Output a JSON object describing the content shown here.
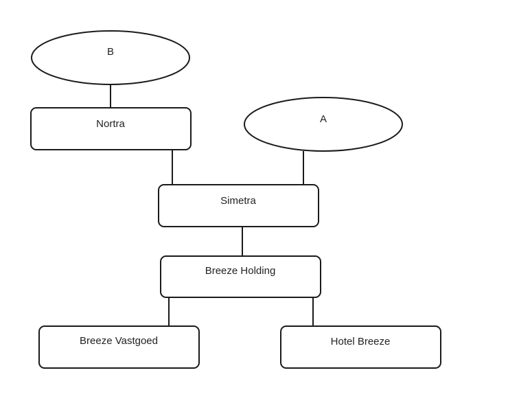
{
  "diagram": {
    "nodes": {
      "b": {
        "label": "B",
        "shape": "ellipse"
      },
      "a": {
        "label": "A",
        "shape": "ellipse"
      },
      "nortra": {
        "label": "Nortra",
        "shape": "rounded-rect"
      },
      "simetra": {
        "label": "Simetra",
        "shape": "rounded-rect"
      },
      "breeze_holding": {
        "label": "Breeze Holding",
        "shape": "rounded-rect"
      },
      "breeze_vastgoed": {
        "label": "Breeze Vastgoed",
        "shape": "rounded-rect"
      },
      "hotel_breeze": {
        "label": "Hotel Breeze",
        "shape": "rounded-rect"
      }
    },
    "edges": [
      {
        "from": "B",
        "to": "Nortra"
      },
      {
        "from": "Nortra",
        "to": "Simetra"
      },
      {
        "from": "A",
        "to": "Simetra"
      },
      {
        "from": "Simetra",
        "to": "Breeze Holding"
      },
      {
        "from": "Breeze Holding",
        "to": "Breeze Vastgoed"
      },
      {
        "from": "Breeze Holding",
        "to": "Hotel Breeze"
      }
    ],
    "colors": {
      "stroke": "#1a1a1a",
      "fill": "#ffffff",
      "text": "#222222"
    }
  }
}
